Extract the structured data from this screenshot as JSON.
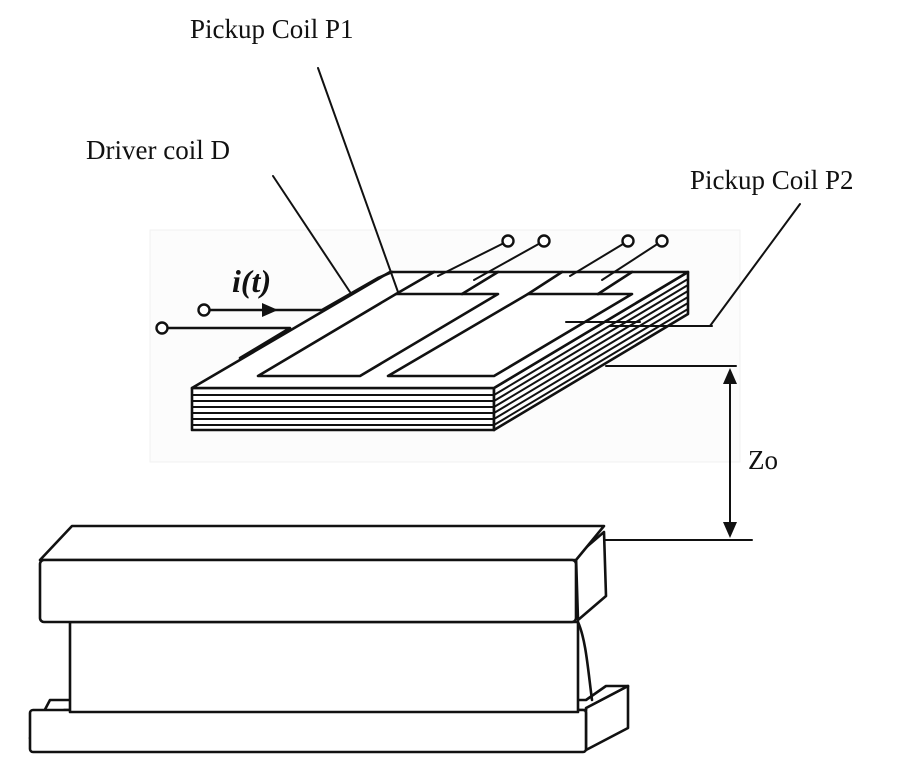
{
  "labels": {
    "pickup_coil_p1": "Pickup Coil P1",
    "driver_coil": "Driver coil D",
    "pickup_coil_p2": "Pickup Coil P2",
    "current": "i(t)",
    "gap": "Zo"
  }
}
